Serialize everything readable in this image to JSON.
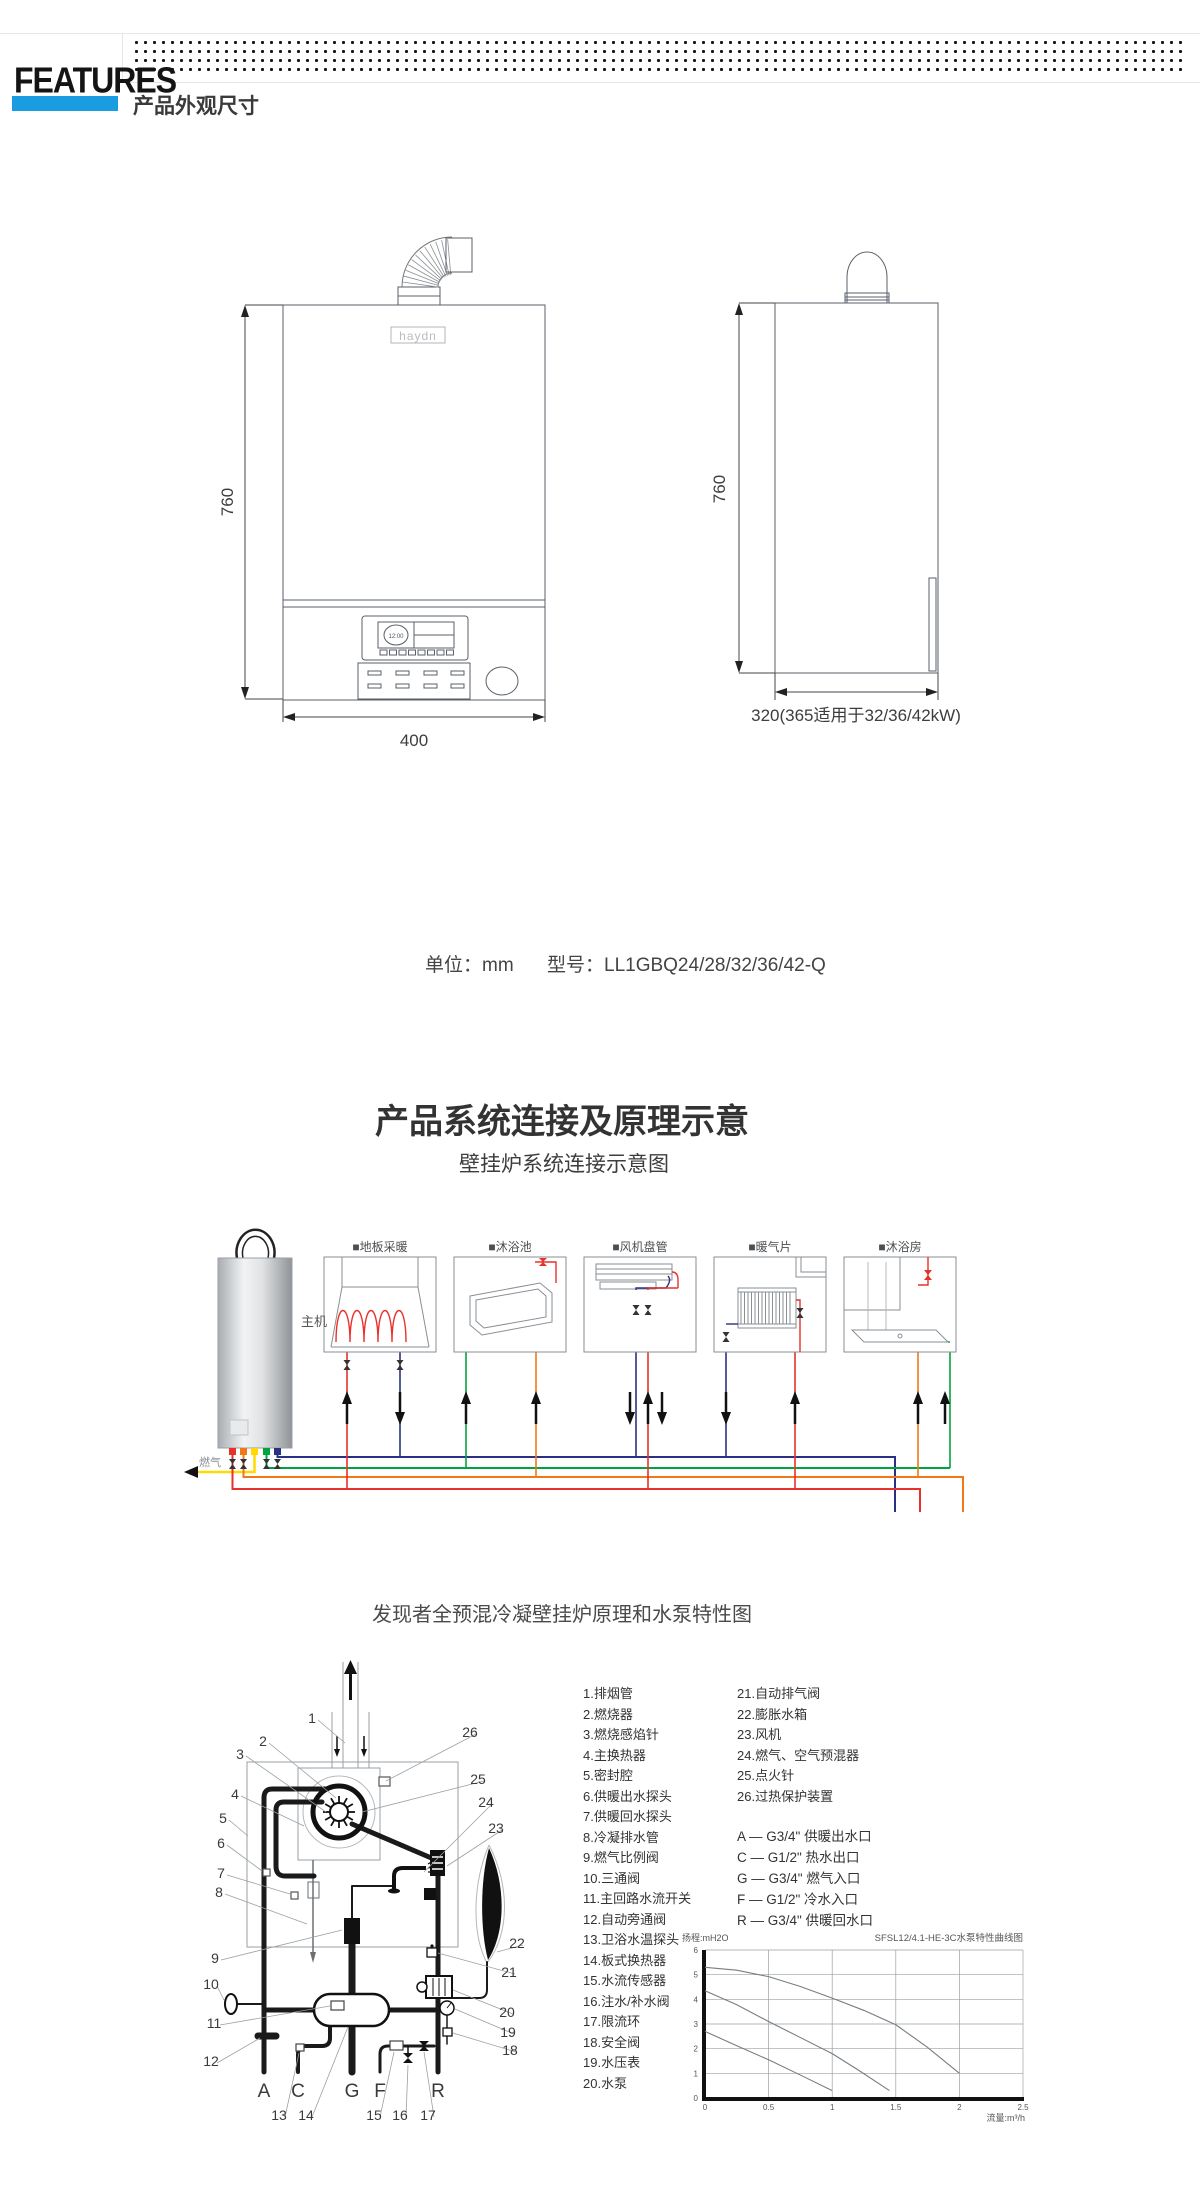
{
  "page": {
    "accent_blue": "#199ce0"
  },
  "header": {
    "brand": "FEATURES",
    "title": "产品外观尺寸"
  },
  "drawings": {
    "front": {
      "logo": "haydn",
      "clock": "12:00",
      "height": "760",
      "width": "400"
    },
    "side": {
      "height": "760",
      "width": "320(365适用于32/36/42kW)"
    },
    "unit": "单位：mm",
    "model": "型号：LL1GBQ24/28/32/36/42-Q"
  },
  "system": {
    "title": "产品系统连接及原理示意",
    "subtitle": "壁挂炉系统连接示意图",
    "boiler_label": "主机",
    "gas_label": "燃气",
    "appliances": [
      "■地板采暖",
      "■沐浴池",
      "■风机盘管",
      "■暖气片",
      "■沐浴房"
    ],
    "pipe_colors": {
      "heating_supply": "#e8312a",
      "hot_water": "#f07818",
      "gas": "#ffd900",
      "cold_water": "#00a33e",
      "heating_return": "#2b3087"
    }
  },
  "principle": {
    "subtitle": "发现者全预混冷凝壁挂炉原理和水泵特性图",
    "parts_col1": [
      "1.排烟管",
      "2.燃烧器",
      "3.燃烧感焰针",
      "4.主换热器",
      "5.密封腔",
      "6.供暖出水探头",
      "7.供暖回水探头",
      "8.冷凝排水管",
      "9.燃气比例阀",
      "10.三通阀",
      "11.主回路水流开关",
      "12.自动旁通阀",
      "13.卫浴水温探头",
      "14.板式换热器",
      "15.水流传感器",
      "16.注水/补水阀",
      "17.限流环",
      "18.安全阀",
      "19.水压表",
      "20.水泵"
    ],
    "parts_col2": [
      "21.自动排气阀",
      "22.膨胀水箱",
      "23.风机",
      "24.燃气、空气预混器",
      "25.点火针",
      "26.过热保护装置"
    ],
    "ports": [
      "A — G3/4\" 供暖出水口",
      "C — G1/2\" 热水出口",
      "G — G3/4\" 燃气入口",
      "F — G1/2\" 冷水入口",
      "R — G3/4\" 供暖回水口"
    ],
    "callout_labels": [
      "1",
      "2",
      "3",
      "4",
      "5",
      "6",
      "7",
      "8",
      "9",
      "10",
      "11",
      "12",
      "13",
      "14",
      "15",
      "16",
      "17",
      "18",
      "19",
      "20",
      "21",
      "22",
      "23",
      "24",
      "25",
      "26",
      "A",
      "C",
      "G",
      "F",
      "R"
    ]
  },
  "chart_data": {
    "type": "line",
    "title": "SFSL12/4.1-HE-3C水泵特性曲线图",
    "ylabel": "扬程:mH2O",
    "xlabel": "流量:m³/h",
    "xlim": [
      0,
      2.5
    ],
    "ylim": [
      0,
      6
    ],
    "xticks": [
      0,
      0.5,
      1,
      1.5,
      2,
      2.5
    ],
    "xtick_labels": [
      "0",
      "0.5",
      "1",
      "1.5",
      "2",
      "2.5"
    ],
    "yticks": [
      0,
      1,
      2,
      3,
      4,
      5,
      6
    ],
    "grid": true,
    "series": [
      {
        "name": "pump-curve-high",
        "points": [
          [
            0,
            5.3
          ],
          [
            0.25,
            5.18
          ],
          [
            0.5,
            4.92
          ],
          [
            0.75,
            4.52
          ],
          [
            1,
            4.05
          ],
          [
            1.25,
            3.55
          ],
          [
            1.5,
            2.97
          ],
          [
            1.75,
            2.05
          ],
          [
            2,
            1.0
          ]
        ]
      },
      {
        "name": "pump-curve-mid",
        "points": [
          [
            0,
            4.35
          ],
          [
            0.25,
            3.78
          ],
          [
            0.5,
            3.1
          ],
          [
            0.75,
            2.45
          ],
          [
            1,
            1.8
          ],
          [
            1.2,
            1.15
          ],
          [
            1.45,
            0.3
          ]
        ]
      },
      {
        "name": "pump-curve-low",
        "points": [
          [
            0,
            2.7
          ],
          [
            0.25,
            2.12
          ],
          [
            0.5,
            1.55
          ],
          [
            0.75,
            0.93
          ],
          [
            1,
            0.3
          ]
        ]
      }
    ]
  }
}
